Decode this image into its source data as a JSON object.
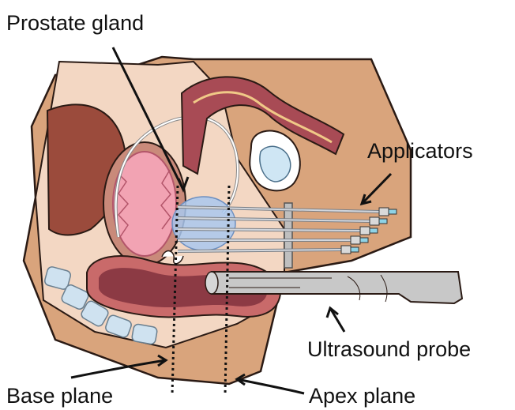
{
  "labels": {
    "prostate": "Prostate gland",
    "applicators": "Applicators",
    "ultrasound": "Ultrasound probe",
    "base": "Base plane",
    "apex": "Apex plane"
  },
  "colors": {
    "skin": "#d9a47c",
    "skin_light": "#f3d7c3",
    "bladder": "#e88ea0",
    "rectum": "#a84b55",
    "rectum_inner": "#8c3a44",
    "prostate_highlight": "#a9c8ee",
    "bone": "#cfe2f0",
    "probe": "#c8c8c8",
    "needle": "#d2d6dc",
    "needle_tip": "#8fd3e6",
    "outline": "#2a1a14"
  },
  "applicators": {
    "count": 5
  }
}
